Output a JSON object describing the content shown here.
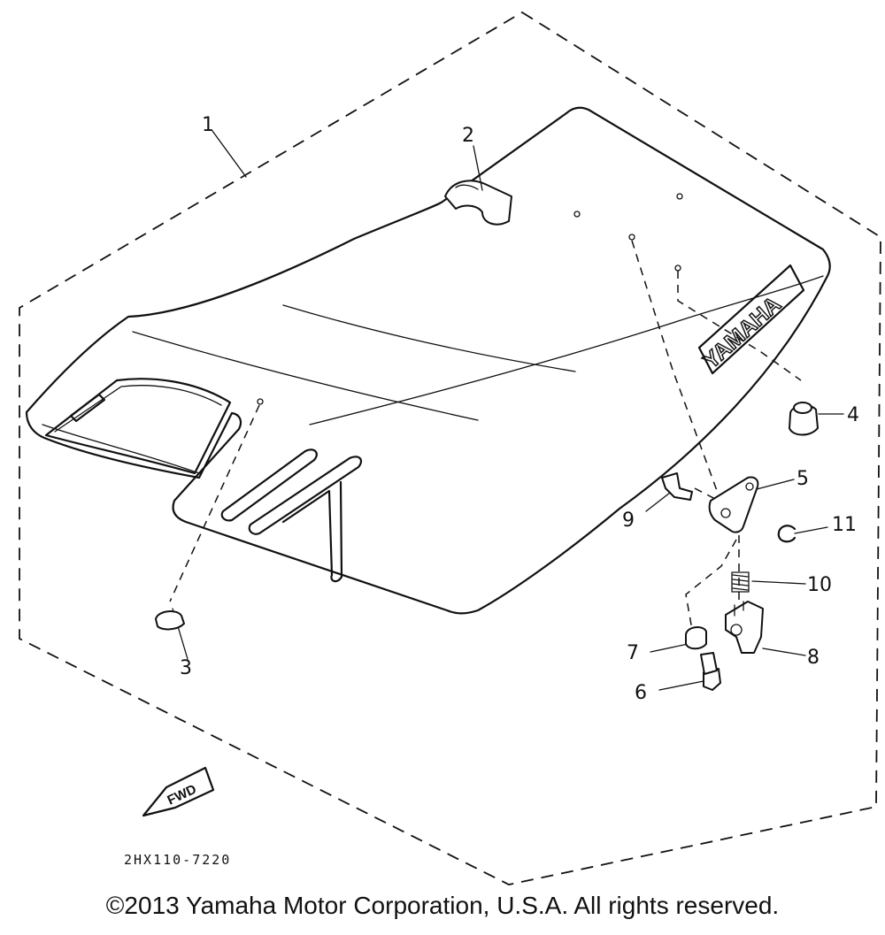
{
  "diagram": {
    "callouts": [
      "1",
      "2",
      "3",
      "4",
      "5",
      "6",
      "7",
      "8",
      "9",
      "10",
      "11"
    ],
    "seat_brand": "YAMAHA",
    "direction_label": "FWD",
    "diagram_code": "2HX110-7220"
  },
  "copyright": "©2013 Yamaha Motor Corporation, U.S.A. All rights reserved."
}
